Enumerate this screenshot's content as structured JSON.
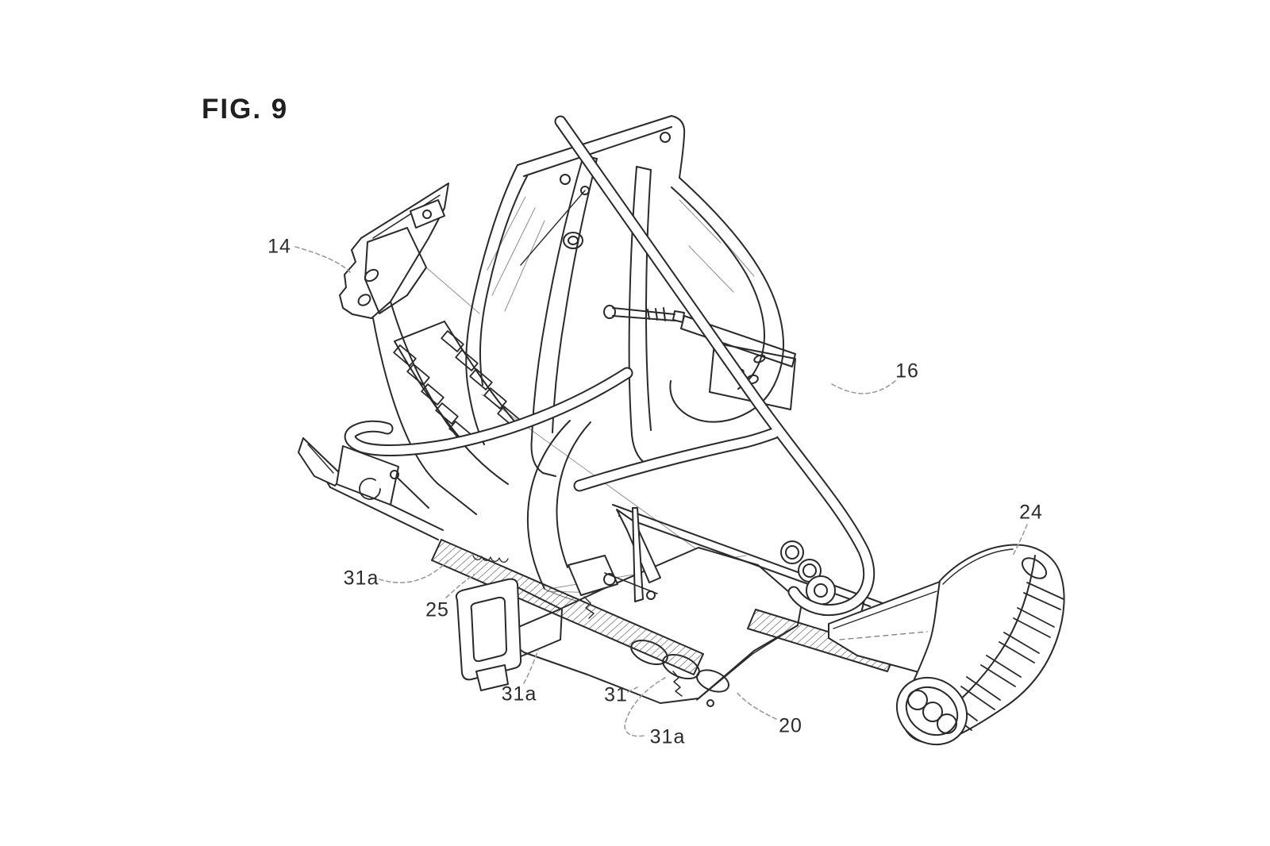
{
  "figure": {
    "title": "FIG. 9",
    "kind": "patent-line-drawing",
    "labels": [
      {
        "id": "ref-14",
        "text": "14"
      },
      {
        "id": "ref-16",
        "text": "16"
      },
      {
        "id": "ref-24",
        "text": "24"
      },
      {
        "id": "ref-31a-1",
        "text": "31a"
      },
      {
        "id": "ref-25",
        "text": "25"
      },
      {
        "id": "ref-31a-2",
        "text": "31a"
      },
      {
        "id": "ref-31",
        "text": "31"
      },
      {
        "id": "ref-31a-3",
        "text": "31a"
      },
      {
        "id": "ref-20",
        "text": "20"
      }
    ],
    "colors": {
      "ink": "#2a2a2a",
      "leader": "#9b9b9b",
      "background": "#ffffff"
    }
  }
}
